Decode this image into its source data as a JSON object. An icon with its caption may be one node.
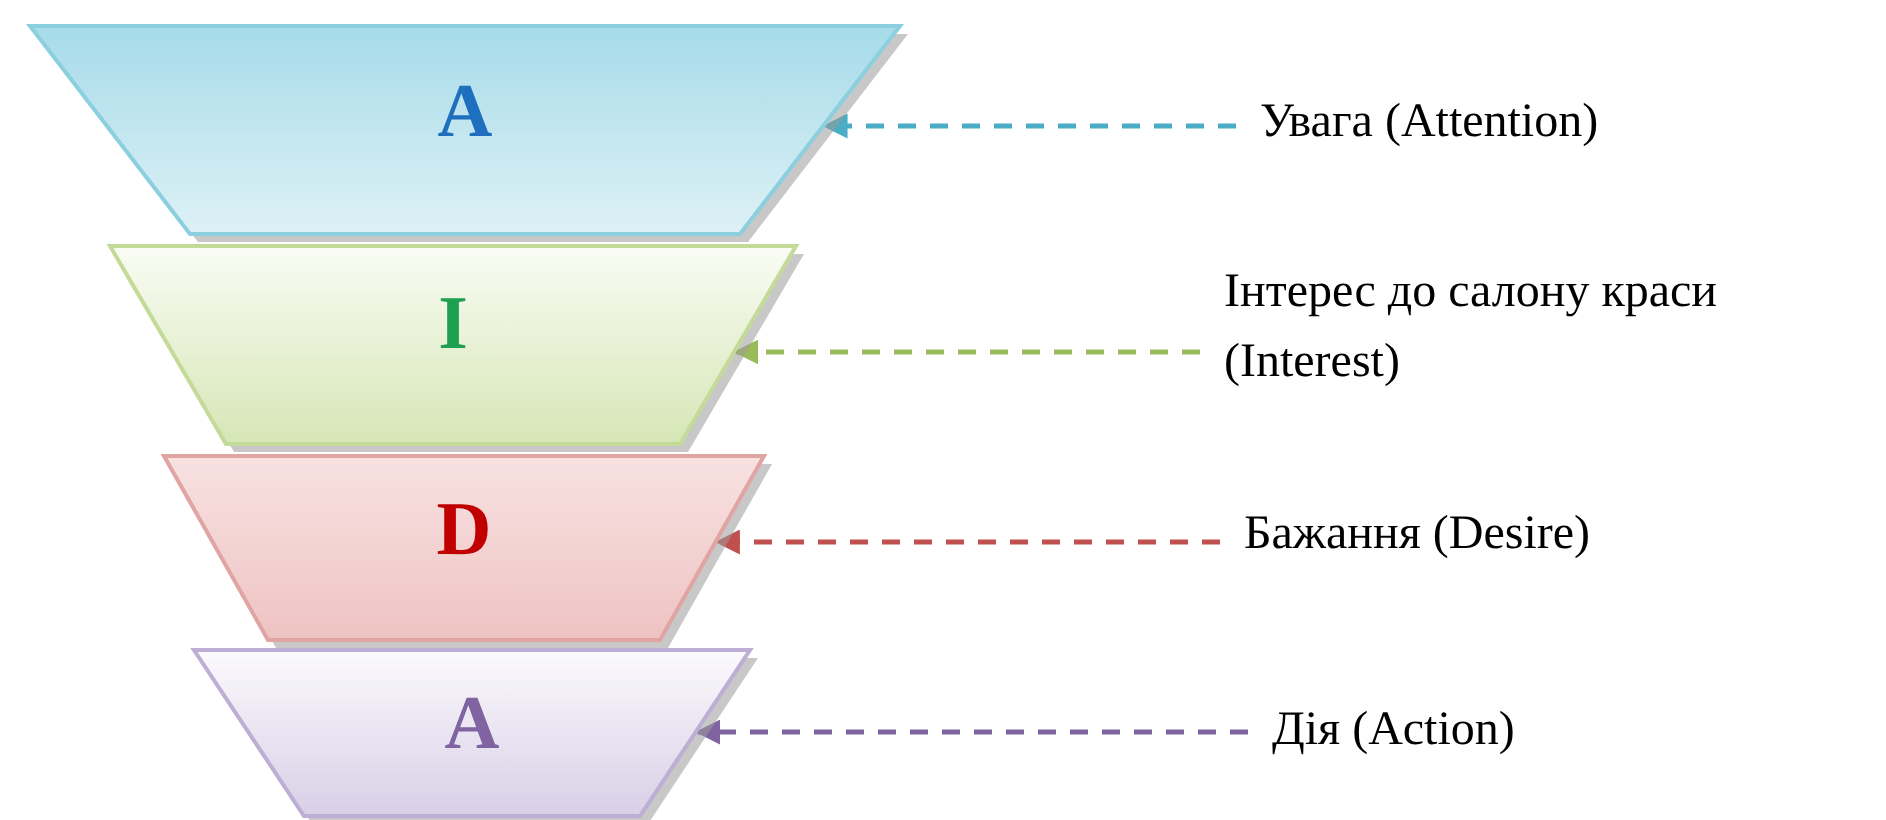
{
  "diagram": {
    "nodes": [
      {
        "text": [
          "A"
        ]
      },
      {
        "text": [
          "Увага (Attention)"
        ]
      },
      {
        "text": [
          "I"
        ]
      },
      {
        "text": [
          "Інтерес до салону краси (Interest)"
        ]
      },
      {
        "text": [
          "D"
        ]
      },
      {
        "text": [
          "Бажання (Desire)"
        ]
      },
      {
        "text": [
          "A"
        ]
      },
      {
        "text": [
          "Дія (Action)"
        ]
      }
    ],
    "edges": [
      {
        "from": 1,
        "to": 0,
        "arrow": "to",
        "style": "dashed",
        "color": "#4bacc6"
      },
      {
        "from": 3,
        "to": 2,
        "arrow": "to",
        "style": "dashed",
        "color": "#9bbb59"
      },
      {
        "from": 5,
        "to": 4,
        "arrow": "to",
        "style": "dashed",
        "color": "#c0504d"
      },
      {
        "from": 7,
        "to": 6,
        "arrow": "to",
        "style": "dashed",
        "color": "#8064a2"
      }
    ]
  }
}
